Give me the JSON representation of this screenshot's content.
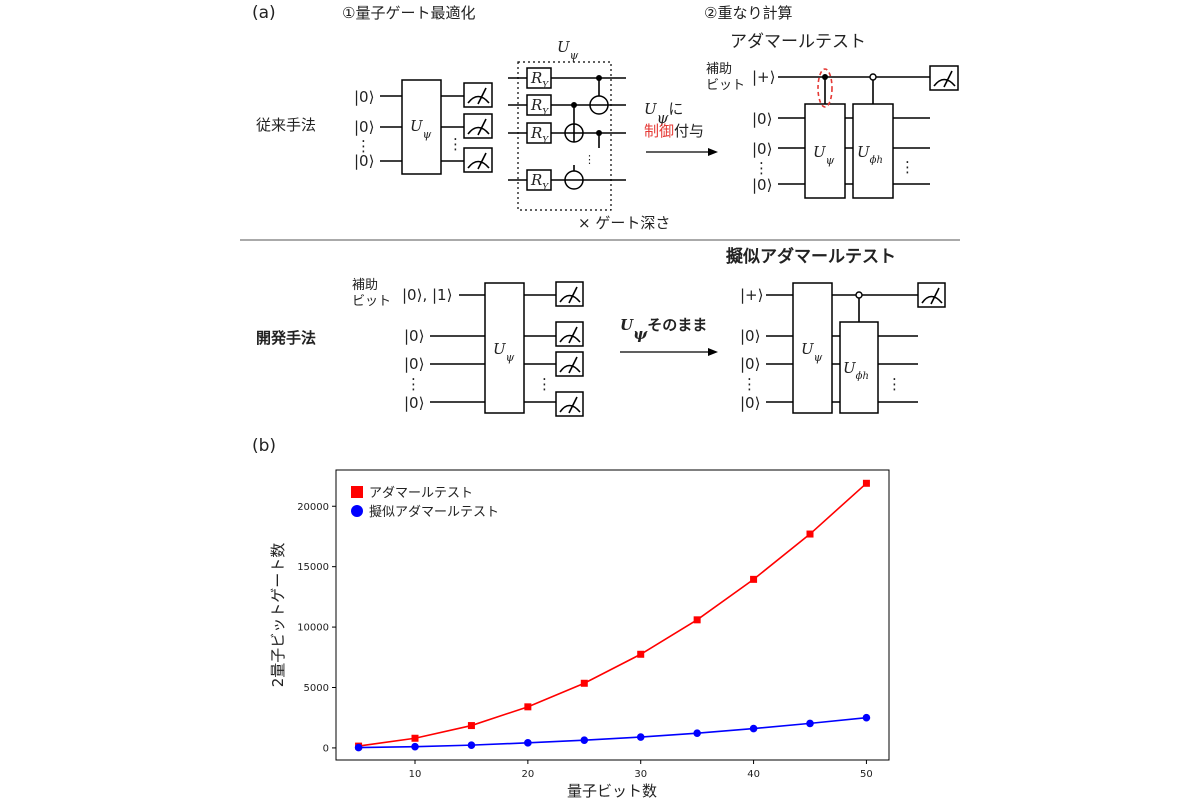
{
  "panel_a": {
    "label": "(a)",
    "heading1": "①量子ゲート最適化",
    "heading2": "②重なり計算",
    "u_psi_label": "U",
    "u_psi_sub": "ψ",
    "u_phi_label": "U",
    "u_phi_sub": "ϕh",
    "ry_label": "R",
    "ry_sub": "Y",
    "ket0": "|0⟩",
    "ket_plus": "|+⟩",
    "ket_01": "|0⟩, |1⟩",
    "dots": "⋮",
    "ancilla_line1": "補助",
    "ancilla_line2": "ビット",
    "gate_depth": "× ゲート深さ",
    "conventional": {
      "title": "従来手法",
      "arrow_label_post": "に",
      "arrow_label_red": "制御",
      "arrow_label_tail": "付与",
      "test_title": "アダマールテスト"
    },
    "developed": {
      "title": "開発手法",
      "arrow_label_post": "そのまま",
      "test_title": "擬似アダマールテスト"
    }
  },
  "panel_b": {
    "label": "(b)"
  },
  "chart_data": {
    "type": "line",
    "xlabel": "量子ビット数",
    "ylabel": "2量子ビットゲート数",
    "xlim": [
      3,
      52
    ],
    "ylim": [
      -1000,
      23000
    ],
    "xticks": [
      10,
      20,
      30,
      40,
      50
    ],
    "yticks": [
      0,
      5000,
      10000,
      15000,
      20000
    ],
    "grid": false,
    "legend": "top-left",
    "x": [
      5,
      10,
      15,
      20,
      25,
      30,
      35,
      40,
      45,
      50
    ],
    "series": [
      {
        "name": "アダマールテスト",
        "color": "#ff0000",
        "marker": "square",
        "values": [
          150,
          800,
          1850,
          3400,
          5350,
          7750,
          10600,
          13950,
          17700,
          21900
        ]
      },
      {
        "name": "擬似アダマールテスト",
        "color": "#0000ff",
        "marker": "circle",
        "values": [
          30,
          100,
          230,
          420,
          640,
          900,
          1220,
          1600,
          2030,
          2500
        ]
      }
    ]
  }
}
